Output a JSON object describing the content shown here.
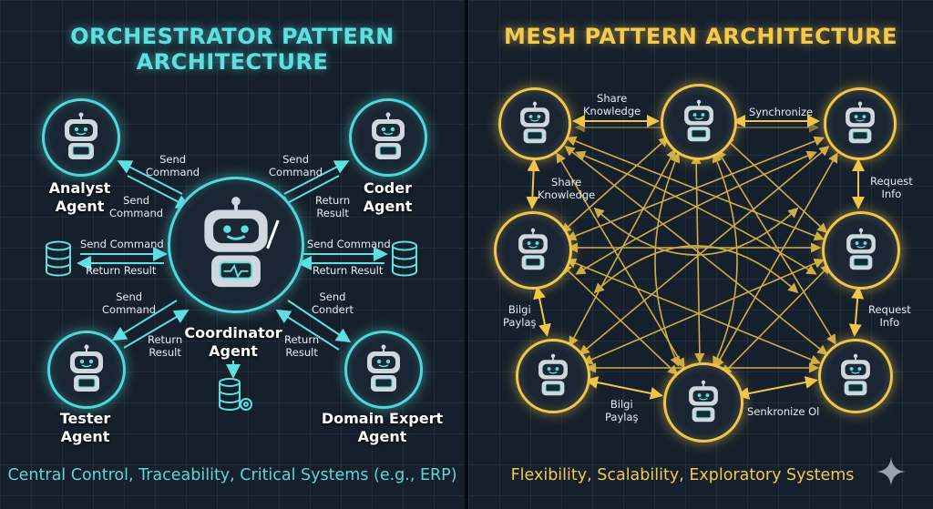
{
  "left": {
    "title": "ORCHESTRATOR PATTERN ARCHITECTURE",
    "footer": "Central Control, Traceability, Critical Systems (e.g., ERP)",
    "colors": {
      "accent": "#4fd8d8",
      "text": "#5fe0e0"
    },
    "agents": {
      "analyst": "Analyst\nAgent",
      "coder": "Coder\nAgent",
      "coordinator": "Coordinator\nAgent",
      "tester": "Tester\nAgent",
      "domain": "Domain Expert\nAgent"
    },
    "labels": {
      "analyst_send_top": "Send\nCommand",
      "analyst_send_bottom": "Send\nCommand",
      "coder_send": "Send\nCommand",
      "coder_return": "Return\nResult",
      "left_db_send": "Send Command",
      "left_db_return": "Return Result",
      "right_db_send": "Send Command",
      "right_db_return": "Return Result",
      "tester_send": "Send\nCommand",
      "tester_return": "Return\nResult",
      "domain_send": "Send\nCondert",
      "domain_return": "Return\nResult"
    }
  },
  "right": {
    "title": "MESH PATTERN ARCHITECTURE",
    "footer": "Flexibility, Scalability, Exploratory Systems",
    "colors": {
      "accent": "#f0c64a",
      "text": "#f5c94a"
    },
    "labels": {
      "share_top": "Share\nKnowledge",
      "synchronize": "Synchronize",
      "share_left": "Share\nKnowledge",
      "request_top": "Request\nInfo",
      "bilgi_left": "Bilgi\nPaylaş",
      "request_bottom": "Request\nInfo",
      "bilgi_bottom": "Bilgi\nPaylaş",
      "senkronize": "Senkronize Ol"
    }
  }
}
